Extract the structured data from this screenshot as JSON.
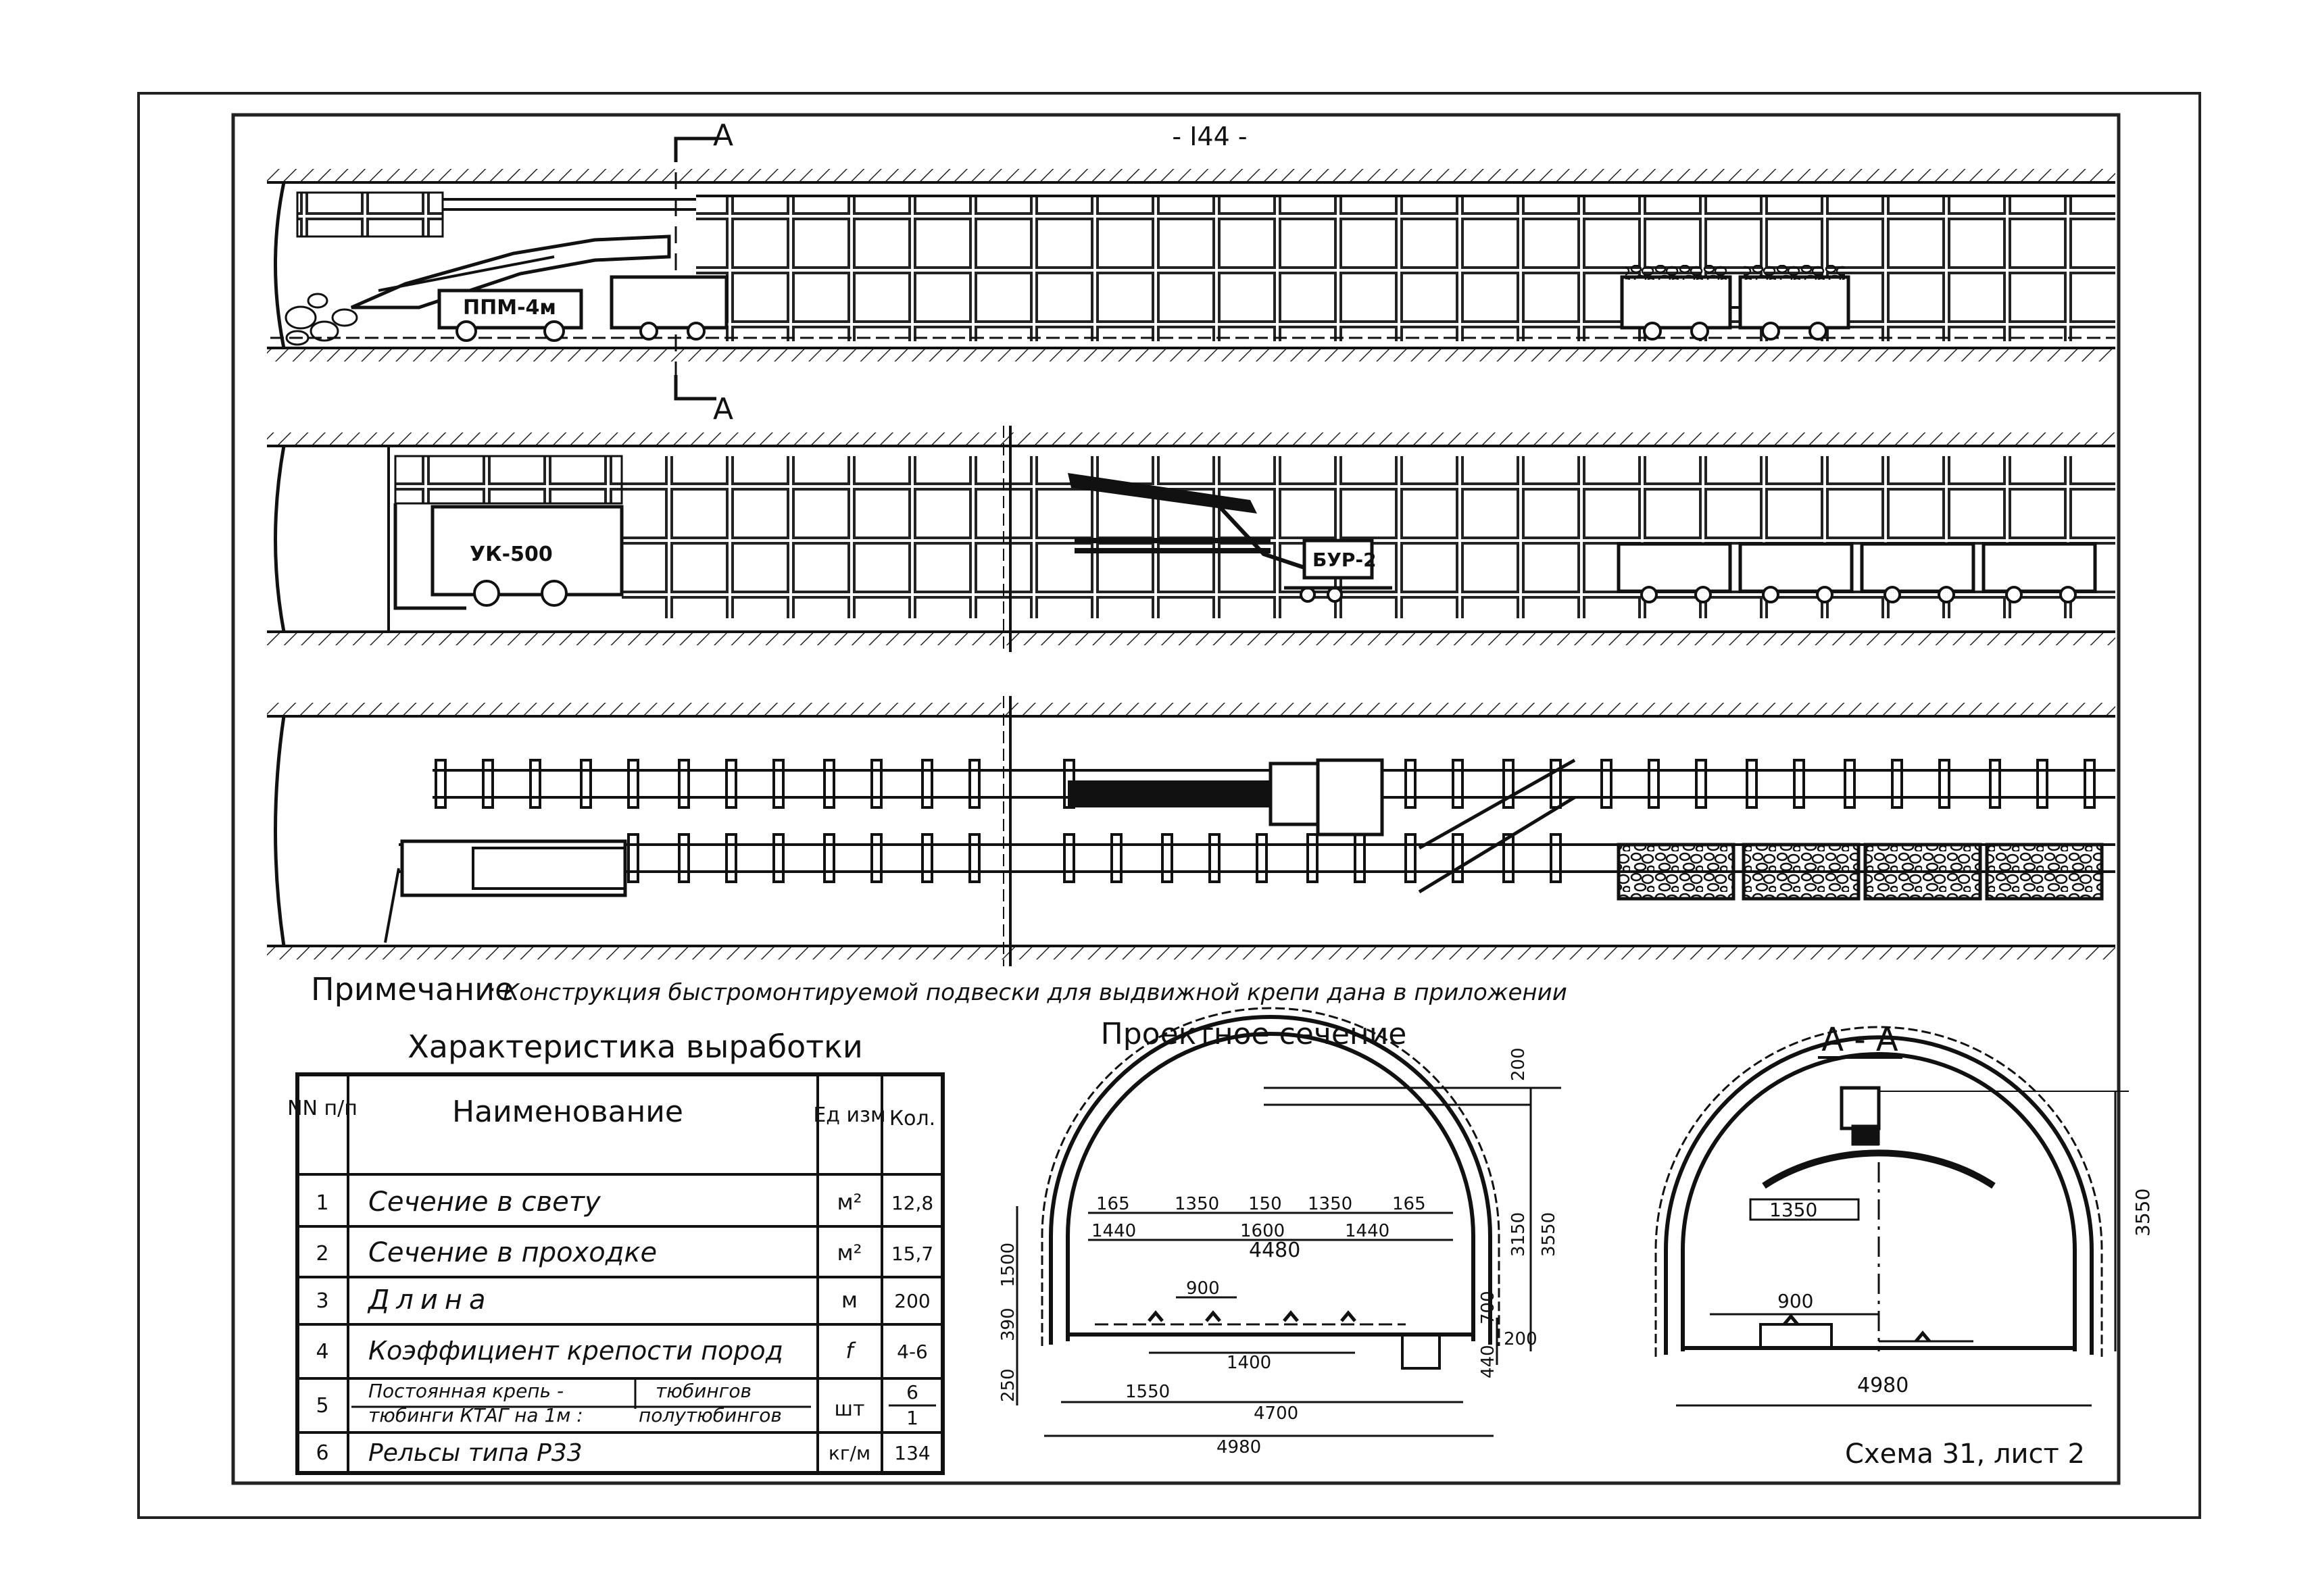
{
  "page": {
    "page_number": "- I44 -",
    "section_mark_top": "А",
    "section_mark_bottom": "А"
  },
  "machines": {
    "loader": "ППМ-4м",
    "shotcrete": "УК-500",
    "drill": "БУР-2"
  },
  "note": {
    "label": "Примечание",
    "text": ": Конструкция быстромонтируемой подвески для выдвижной крепи дана в приложении"
  },
  "table": {
    "title": "Характеристика выработки",
    "headers": {
      "num": "NN п/п",
      "name": "Наименование",
      "unit": "Ед изм",
      "qty": "Кол."
    },
    "rows": [
      {
        "num": "1",
        "name": "Сечение  в свету",
        "unit": "м²",
        "qty": "12,8"
      },
      {
        "num": "2",
        "name": "Сечение  в проходке",
        "unit": "м²",
        "qty": "15,7"
      },
      {
        "num": "3",
        "name": "Длина",
        "unit": "м",
        "qty": "200"
      },
      {
        "num": "4",
        "name": "Коэффициент крепости пород",
        "unit": "f",
        "qty": "4-6"
      },
      {
        "num": "5",
        "name_a": "Постоянная крепь -",
        "name_b": "тюбинги КТАГ на 1м :",
        "sub_a": "тюбингов",
        "sub_b": "полутюбингов",
        "unit": "шт",
        "qty_a": "6",
        "qty_b": "1"
      },
      {
        "num": "6",
        "name": "Рельсы  типа Р33",
        "unit": "кг/м",
        "qty": "134"
      }
    ]
  },
  "project_section": {
    "title": "Проектное сечение",
    "dims": {
      "top_200": "200",
      "h_3150": "3150",
      "h_3550": "3550",
      "d_165_l": "165",
      "d_1350_l": "1350",
      "d_150": "150",
      "d_1350_r": "1350",
      "d_165_r": "165",
      "d_1440_l": "1440",
      "d_1600": "1600",
      "d_1440_r": "1440",
      "d_4480": "4480",
      "v_1500": "1500",
      "d_900": "900",
      "v_700": "700",
      "v_390": "390",
      "v_200": "200",
      "v_440": "440",
      "d_1400": "1400",
      "v_250": "250",
      "d_1550": "1550",
      "d_4700": "4700",
      "d_4980": "4980"
    }
  },
  "section_aa": {
    "title": "А - А",
    "dims": {
      "h_3550": "3550",
      "d_1350": "1350",
      "d_900": "900",
      "d_4980": "4980"
    }
  },
  "caption": "Схема 31, лист 2"
}
